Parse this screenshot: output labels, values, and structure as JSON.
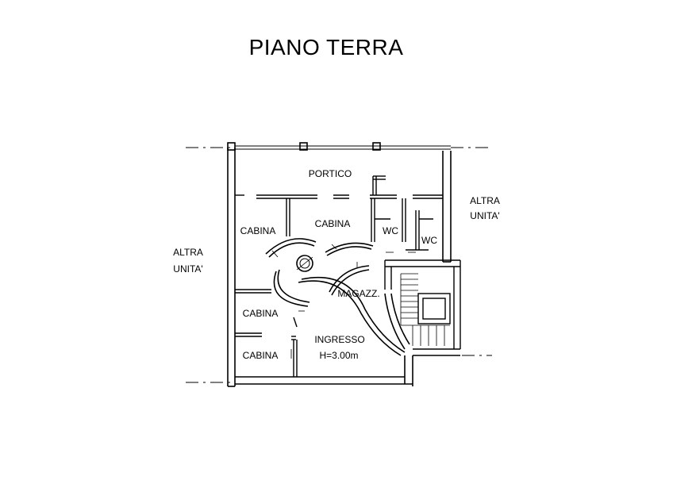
{
  "title": "PIANO TERRA",
  "rooms": {
    "portico": "PORTICO",
    "cabina_1": "CABINA",
    "cabina_2": "CABINA",
    "cabina_3": "CABINA",
    "cabina_4": "CABINA",
    "wc_1": "WC",
    "wc_2": "WC",
    "magazzino": "MAGAZZ.",
    "ingresso": "INGRESSO",
    "ingresso_height": "H=3.00m"
  },
  "neighbors": {
    "left_line1": "ALTRA",
    "left_line2": "UNITA'",
    "right_line1": "ALTRA",
    "right_line2": "UNITA'"
  }
}
